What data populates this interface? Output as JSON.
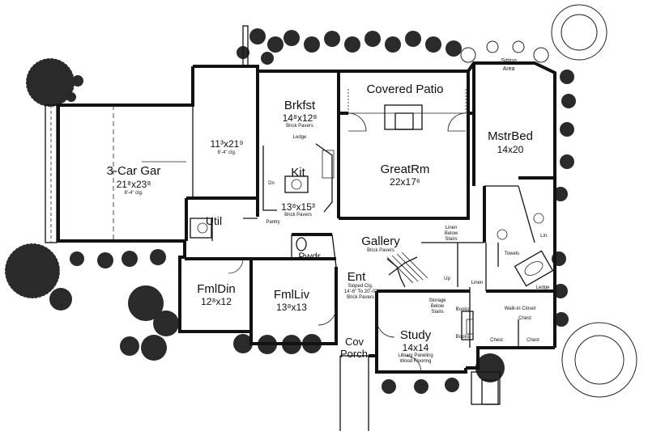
{
  "colors": {
    "ink": "#111111",
    "paper": "#ffffff",
    "foliage": "#2a2a2a"
  },
  "rooms": {
    "garage": {
      "name": "3-Car Gar",
      "size": "21⁸x23⁸",
      "note": "8'-4\" clg."
    },
    "bonus": {
      "size": "11³x21⁹",
      "note": "8'-4\" clg."
    },
    "brkfst": {
      "name": "Brkfst",
      "size": "14⁸x12⁸",
      "note": "Brick Pavers"
    },
    "ledge_kit": {
      "name": "Ledge"
    },
    "kit": {
      "name": "Kit",
      "size": "13⁸x15³",
      "note": "Brick Pavers"
    },
    "util": {
      "name": "Util"
    },
    "pantry": {
      "name": "Pantry"
    },
    "pwdr": {
      "name": "Pwdr"
    },
    "covered_patio": {
      "name": "Covered Patio"
    },
    "greatrm": {
      "name": "GreatRm",
      "size": "22x17⁶"
    },
    "gallery": {
      "name": "Gallery",
      "note": "Brick Pavers"
    },
    "ent": {
      "name": "Ent",
      "note1": "Sloped Clg.",
      "note2": "14'-6\" To 20'-0\"",
      "note3": "Brick Pavers"
    },
    "fmldin": {
      "name": "FmlDin",
      "size": "12⁸x12"
    },
    "fmlliv": {
      "name": "FmlLiv",
      "size": "13⁸x13"
    },
    "cov_porch": {
      "name1": "Cov",
      "name2": "Porch"
    },
    "study": {
      "name": "Study",
      "size": "14x14",
      "note1": "Library Paneling",
      "note2": "Wood Flooring"
    },
    "storage": {
      "line1": "Storage",
      "line2": "Below",
      "line3": "Stairs"
    },
    "books_top": {
      "name": "Books"
    },
    "books_bottom": {
      "name": "Books"
    },
    "mstrbed": {
      "name": "MstrBed",
      "size": "14x20"
    },
    "sitting": {
      "line1": "Sitting",
      "line2": "Area"
    },
    "linen_a": {
      "line1": "Linen",
      "line2": "Below",
      "line3": "Stairs"
    },
    "linen_b": {
      "name": "Linen"
    },
    "towels": {
      "name": "Towels"
    },
    "ledge_bath": {
      "name": "Ledge"
    },
    "linen_c": {
      "name": "Lin."
    },
    "closet": {
      "name": "Walk-in Closet"
    },
    "chest_a": {
      "name": "Chest"
    },
    "chest_b": {
      "name": "Chest"
    },
    "chest_c": {
      "name": "Chest"
    },
    "up": {
      "name": "Up"
    },
    "dn": {
      "name": "Dn"
    }
  }
}
